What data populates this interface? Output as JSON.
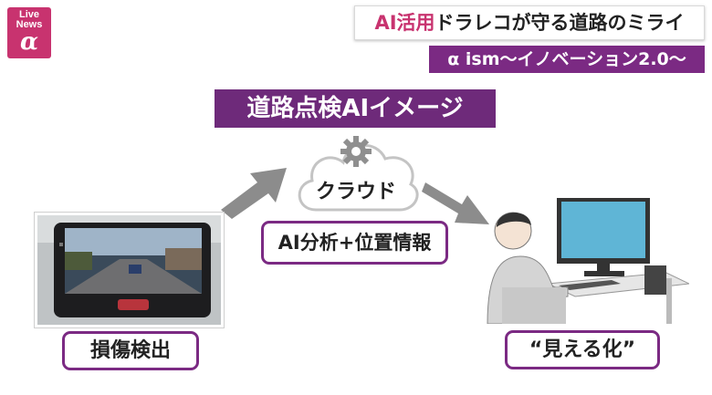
{
  "logo": {
    "line1": "Live",
    "line2": "News",
    "symbol": "α"
  },
  "header": {
    "title_highlight": "AI活用",
    "title_rest": "ドラレコが守る道路のミライ",
    "subtitle": "α ism～イノベーション2.0～"
  },
  "diagram": {
    "title": "道路点検AIイメージ",
    "cloud_label": "クラウド",
    "ai_label": "AI分析+位置情報",
    "left_label": "損傷検出",
    "right_label": "“見える化”"
  },
  "colors": {
    "brand_pink": "#c8336f",
    "purple": "#7b2a83",
    "arrow_gray": "#8c8c8c"
  },
  "icons": [
    "gear-icon",
    "cloud-icon",
    "arrow-up-right-icon",
    "arrow-down-right-icon",
    "dashcam-photo",
    "person-at-computer-illustration"
  ]
}
